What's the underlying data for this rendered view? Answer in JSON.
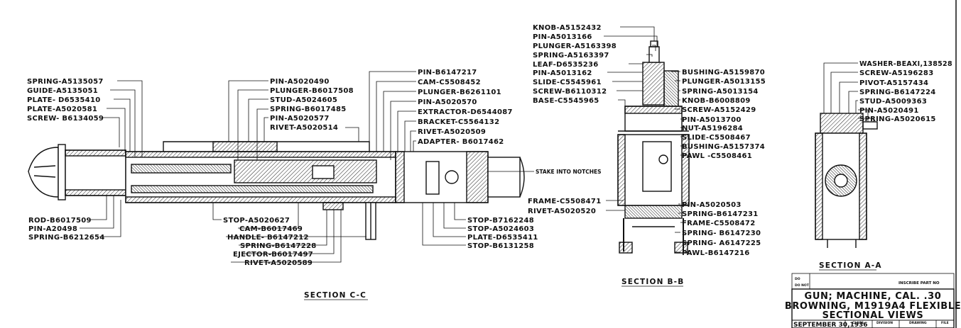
{
  "colors": {
    "ink": "#111111",
    "paper": "#ffffff",
    "hatch": "#222222"
  },
  "sections": {
    "c": {
      "title": "SECTION C-C"
    },
    "b": {
      "title": "SECTION B-B"
    },
    "a": {
      "title": "SECTION A-A"
    }
  },
  "labels_c_left": [
    "SPRING-A5135057",
    "GUIDE-A5135051",
    "PLATE- D6535410",
    "PLATE-A5020581",
    "SCREW- B6134059"
  ],
  "labels_c_bottom_left": [
    "ROD-B6017509",
    "PIN-A20498",
    "SPRING-B6212654"
  ],
  "labels_c_top_mid": [
    "PIN-A5020490",
    "PLUNGER-B6017508",
    "STUD-A5024605",
    "SPRING-B6017485",
    "PIN-A5020577",
    "RIVET-A5020514"
  ],
  "labels_c_top_right": [
    "PIN-B6147217",
    "CAM-C5508452",
    "PLUNGER-B6261101",
    "PIN-A5020570",
    "EXTRACTOR-D6544087",
    "BRACKET-C5564132",
    "RIVET-A5020509",
    "ADAPTER- B6017462"
  ],
  "labels_c_bottom_mid": [
    "STOP-A5020627",
    "CAM-B6017469",
    "HANDLE- B6147212",
    "SPRING-B6147228",
    "EJECTOR-B6017497",
    "RIVET-A5020589"
  ],
  "labels_c_bottom_right": [
    "STOP-B7162248",
    "STOP-A5024603",
    "PLATE-D6535411",
    "STOP-B6131258"
  ],
  "stake_note": "STAKE INTO NOTCHES",
  "labels_b_top_left": [
    "KNOB-A5152432",
    "PIN-A5013166",
    "PLUNGER-A5163398",
    "SPRING-A5163397",
    "LEAF-D6535236",
    "PIN-A5013162",
    "SLIDE-C5545961",
    "SCREW-B6110312",
    "BASE-C5545965"
  ],
  "labels_b_left_low": [
    "FRAME-C5508471",
    "RIVET-A5020520"
  ],
  "labels_b_right": [
    "BUSHING-A5159870",
    "PLUNGER-A5013155",
    "SPRING-A5013154",
    "KNOB-B6008809",
    "SCREW-A5152429",
    "PIN-A5013700",
    "NUT-A5196284",
    "SLIDE-C5508467",
    "BUSHING-A5157374",
    "PAWL -C5508461"
  ],
  "labels_b_bottom_right": [
    "PIN-A5020503",
    "SPRING-B6147231",
    "FRAME-C5508472",
    "SPRING- B6147230",
    "SPRING- A6147225",
    "PAWL-B6147216"
  ],
  "labels_a": [
    "WASHER-BEAXI,138528",
    "SCREW-A5196283",
    "PIVOT-A5157434",
    "SPRING-B6147224",
    "STUD-A5009363",
    "PIN-A5020491",
    "SPRING-A5020615"
  ],
  "title_block": {
    "line1": "GUN; MACHINE, CAL. .30",
    "line2": "BROWNING, M1919A4 FLEXIBLE",
    "line3": "SECTIONAL VIEWS",
    "date": "SEPTEMBER 30,1936",
    "do": "DO",
    "do_not": "DO NOT",
    "inscribe": "INSCRIBE PART NO",
    "cells": [
      "CLASS",
      "DIVISION",
      "DRAWING",
      "FILE"
    ]
  }
}
